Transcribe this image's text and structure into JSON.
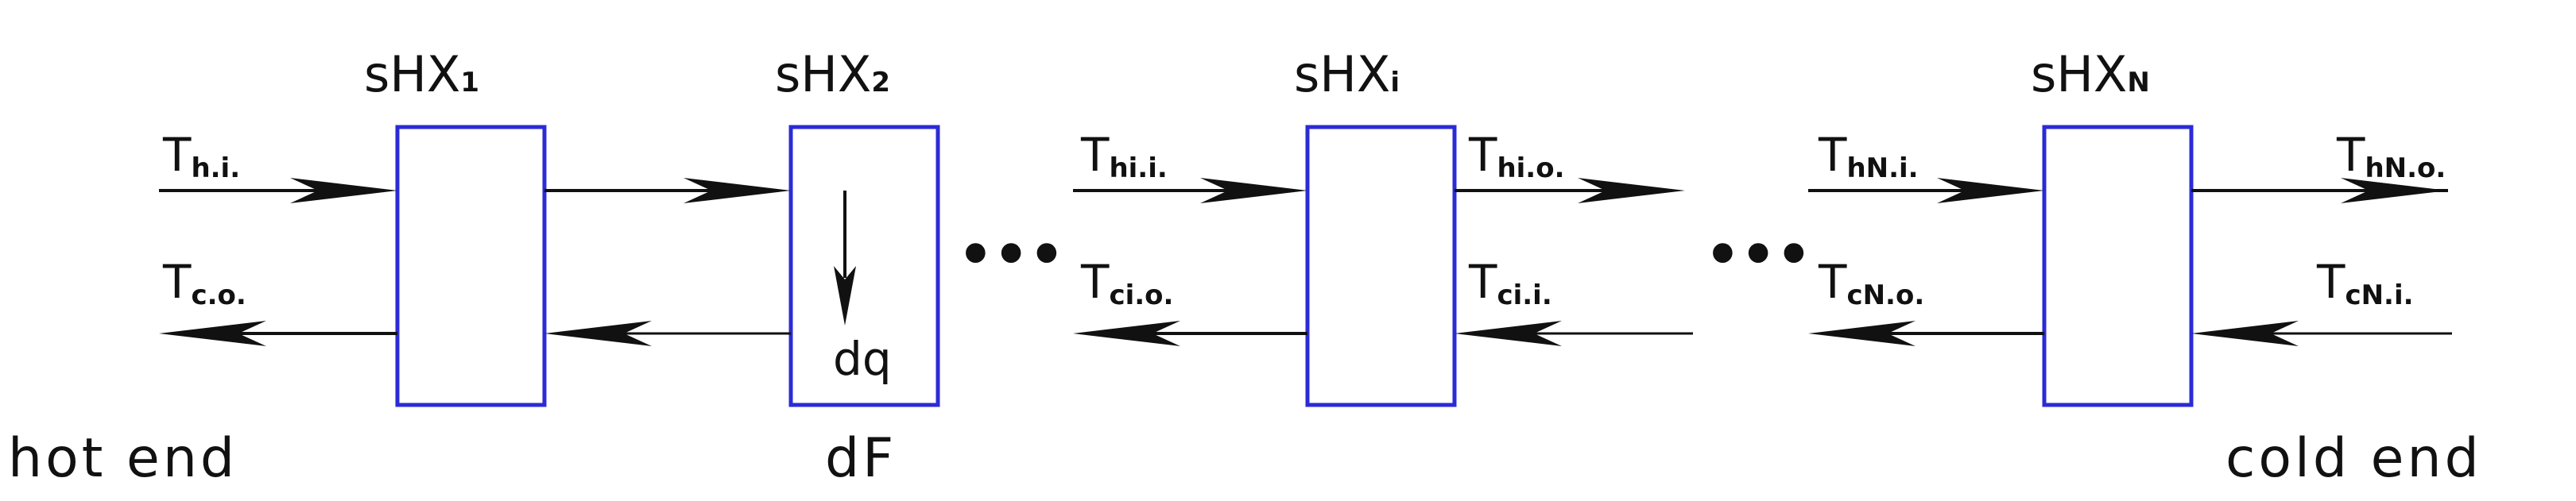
{
  "diagram": {
    "blocks": [
      {
        "main": "sHX",
        "sub": "1"
      },
      {
        "main": "sHX",
        "sub": "2"
      },
      {
        "main": "sHX",
        "sub": "i"
      },
      {
        "main": "sHX",
        "sub": "N"
      }
    ],
    "temps": [
      {
        "main": "T",
        "sub": "h.i."
      },
      {
        "main": "T",
        "sub": "c.o."
      },
      {
        "main": "T",
        "sub": "hi.i."
      },
      {
        "main": "T",
        "sub": "ci.o."
      },
      {
        "main": "T",
        "sub": "hi.o."
      },
      {
        "main": "T",
        "sub": "ci.i."
      },
      {
        "main": "T",
        "sub": "hN.i."
      },
      {
        "main": "T",
        "sub": "cN.o."
      },
      {
        "main": "T",
        "sub": "hN.o."
      },
      {
        "main": "T",
        "sub": "cN.i."
      }
    ],
    "element_heat": "dq",
    "element_area": "dF",
    "ellipsis": "•••",
    "hot_end": "hot end",
    "cold_end": "cold end"
  },
  "colors": {
    "box_stroke": "#2b2bd6",
    "line": "#111111",
    "background": "#ffffff"
  }
}
